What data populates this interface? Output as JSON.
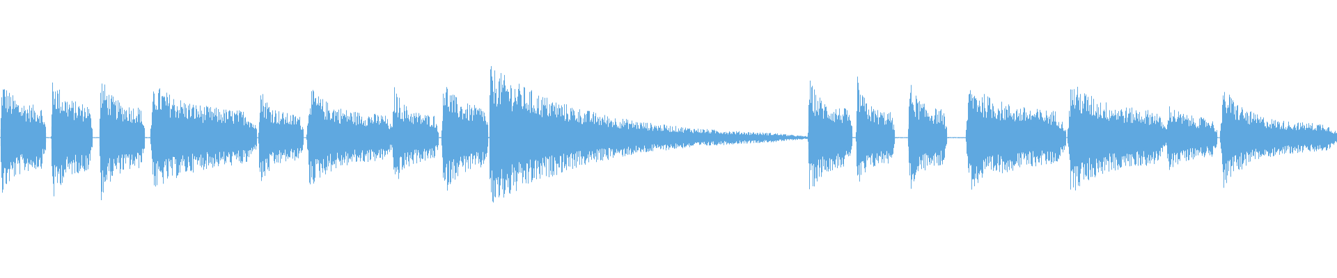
{
  "waveform": {
    "color": "#5FA8E0",
    "background": "#FFFFFF",
    "description_type": "audio-waveform"
  },
  "segments": [
    {
      "start": 0.0,
      "end": 0.034,
      "peak": 0.46,
      "body": 0.22,
      "decay": 0.6,
      "active": true
    },
    {
      "start": 0.038,
      "end": 0.069,
      "peak": 0.52,
      "body": 0.24,
      "decay": 0.7,
      "active": true
    },
    {
      "start": 0.074,
      "end": 0.108,
      "peak": 0.5,
      "body": 0.22,
      "decay": 0.7,
      "active": true
    },
    {
      "start": 0.112,
      "end": 0.192,
      "peak": 0.42,
      "body": 0.18,
      "decay": 0.5,
      "active": true
    },
    {
      "start": 0.193,
      "end": 0.227,
      "peak": 0.42,
      "body": 0.16,
      "decay": 0.7,
      "active": true
    },
    {
      "start": 0.229,
      "end": 0.294,
      "peak": 0.4,
      "body": 0.16,
      "decay": 0.6,
      "active": true
    },
    {
      "start": 0.293,
      "end": 0.328,
      "peak": 0.42,
      "body": 0.16,
      "decay": 0.7,
      "active": true
    },
    {
      "start": 0.33,
      "end": 0.365,
      "peak": 0.5,
      "body": 0.22,
      "decay": 0.7,
      "active": true
    },
    {
      "start": 0.366,
      "end": 0.604,
      "peak": 0.52,
      "body": 0.2,
      "decay": 0.9,
      "active": true
    },
    {
      "start": 0.604,
      "end": 0.637,
      "peak": 0.46,
      "body": 0.2,
      "decay": 0.6,
      "active": true
    },
    {
      "start": 0.64,
      "end": 0.669,
      "peak": 0.46,
      "body": 0.18,
      "decay": 0.7,
      "active": true
    },
    {
      "start": 0.679,
      "end": 0.708,
      "peak": 0.46,
      "body": 0.2,
      "decay": 0.7,
      "active": true
    },
    {
      "start": 0.722,
      "end": 0.797,
      "peak": 0.42,
      "body": 0.18,
      "decay": 0.5,
      "active": true
    },
    {
      "start": 0.798,
      "end": 0.872,
      "peak": 0.44,
      "body": 0.18,
      "decay": 0.5,
      "active": true
    },
    {
      "start": 0.872,
      "end": 0.91,
      "peak": 0.26,
      "body": 0.13,
      "decay": 0.5,
      "active": true
    },
    {
      "start": 0.912,
      "end": 1.0,
      "peak": 0.42,
      "body": 0.1,
      "decay": 0.8,
      "active": true
    }
  ]
}
